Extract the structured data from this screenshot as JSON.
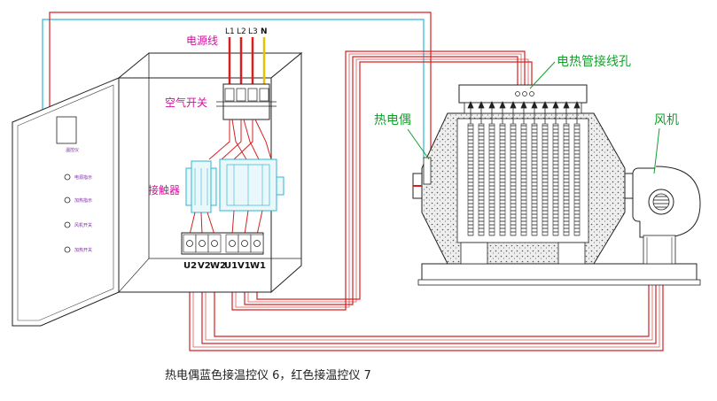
{
  "labels": {
    "power_line": "电源线",
    "air_switch": "空气开关",
    "contactor": "接触器",
    "heater_holes": "电热管接线孔",
    "thermocouple": "热电偶",
    "fan": "风机",
    "phases": [
      "L1",
      "L2",
      "L3",
      "N"
    ],
    "terminals": [
      "U2",
      "V2",
      "W2",
      "U1",
      "V1",
      "W1"
    ]
  },
  "panel": {
    "items": [
      "温控仪",
      "电源指示",
      "加热指示",
      "风机开关",
      "加热开关"
    ]
  },
  "caption": "热电偶蓝色接温控仪 6，红色接温控仪 7",
  "colors": {
    "red_wire": "#d62020",
    "cyan_wire": "#2bb8d0",
    "yellow_wire": "#e6c200",
    "label_magenta": "#d0109a",
    "label_green": "#12a02a"
  }
}
